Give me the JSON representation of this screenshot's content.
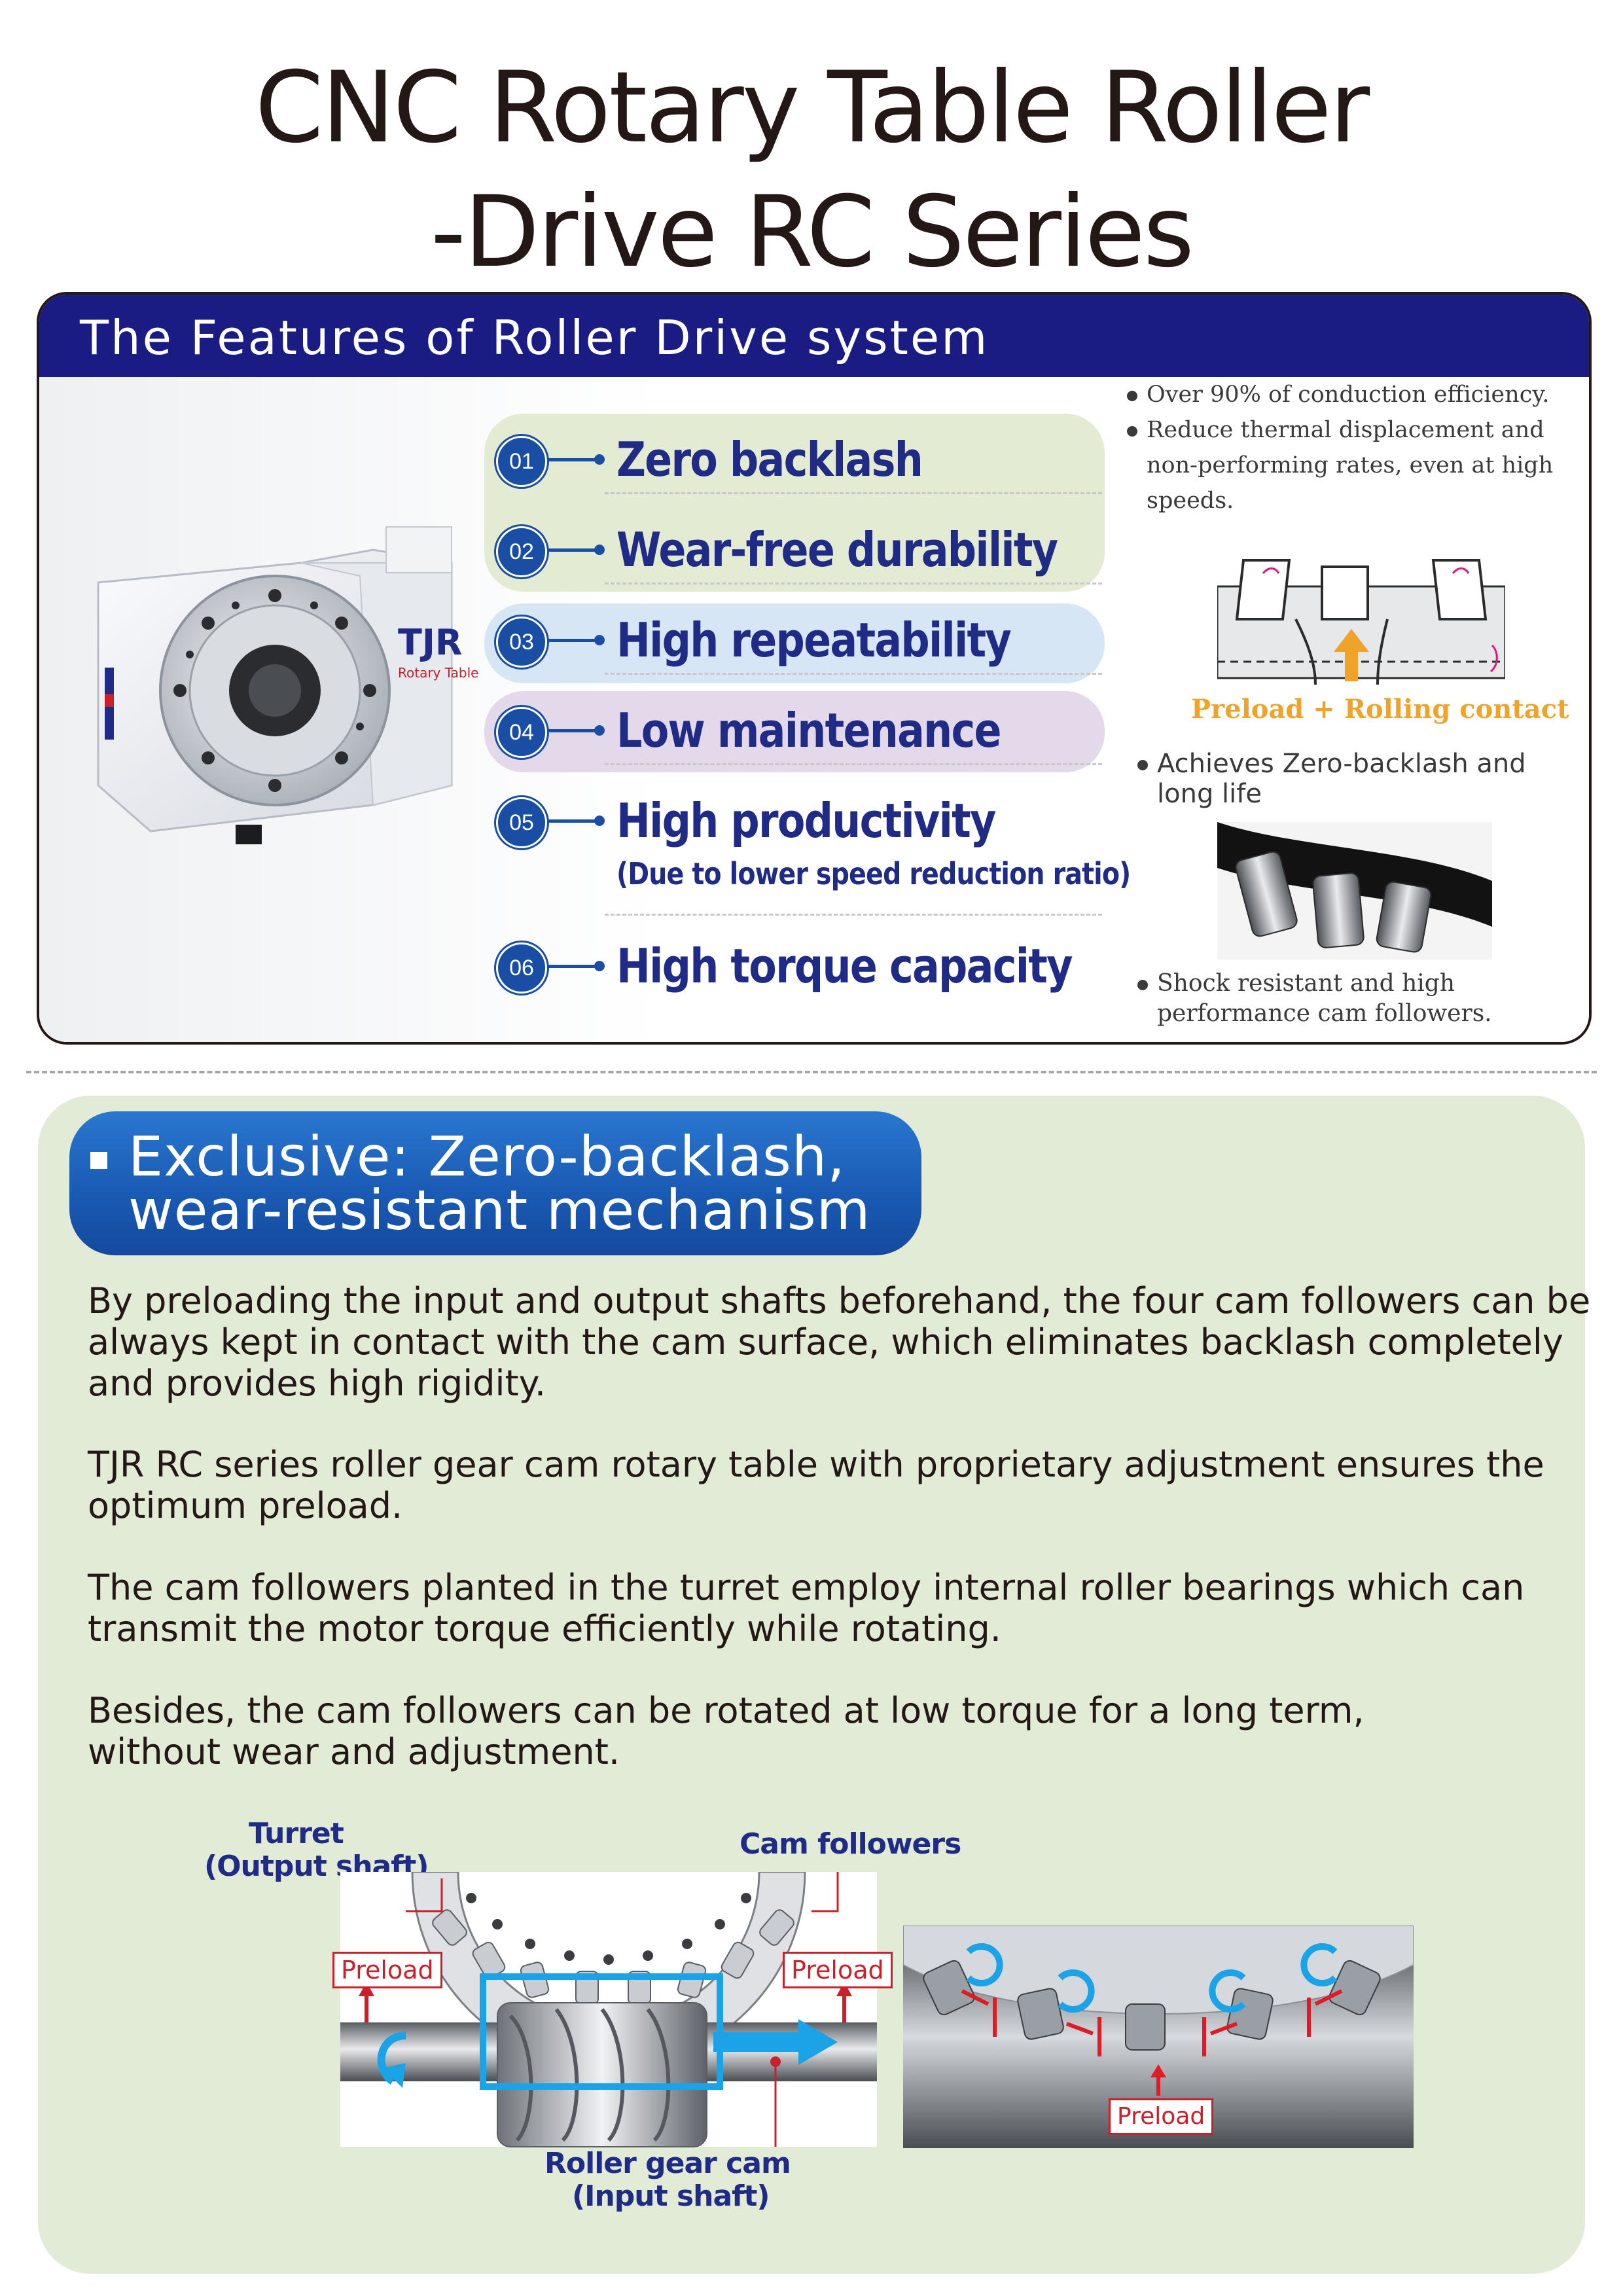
{
  "title": {
    "line1": "CNC Rotary Table Roller",
    "line2": "-Drive RC Series"
  },
  "features": {
    "header": "The Features of Roller Drive system",
    "items": [
      {
        "num": "01",
        "label": "Zero backlash"
      },
      {
        "num": "02",
        "label": "Wear-free durability"
      },
      {
        "num": "03",
        "label": "High repeatability"
      },
      {
        "num": "04",
        "label": "Low maintenance"
      },
      {
        "num": "05",
        "label": "High productivity"
      },
      {
        "num": "06",
        "label": "High torque capacity"
      }
    ],
    "item5_sub": "(Due to lower speed reduction ratio)",
    "brand_logo": "TJR",
    "brand_sub": "Rotary Table",
    "notes": {
      "n1": "Over 90% of conduction efficiency.",
      "n2_l1": "Reduce thermal displacement and",
      "n2_l2": "non-performing rates, even at high",
      "n2_l3": "speeds.",
      "preload_caption": "Preload + Rolling contact",
      "n3_l1": "Achieves Zero-backlash and",
      "n3_l2": "long life",
      "n4_l1": "Shock resistant and high",
      "n4_l2": "performance cam followers."
    }
  },
  "exclusive": {
    "heading_l1": "Exclusive: Zero-backlash,",
    "heading_l2": "wear-resistant mechanism",
    "p1": [
      "By preloading the input and output shafts beforehand, the four cam followers can be",
      "always kept in contact with the cam surface, which eliminates backlash completely",
      "and provides high rigidity."
    ],
    "p2": [
      "TJR RC series roller gear cam rotary table with proprietary adjustment ensures the",
      "optimum preload."
    ],
    "p3": [
      "The cam followers planted in the turret employ internal roller bearings which can",
      "transmit the motor torque efficiently while rotating."
    ],
    "p4": [
      "Besides, the cam followers can be rotated at low torque for a long term,",
      "without wear and adjustment."
    ]
  },
  "diagram": {
    "turret_l1": "Turret",
    "turret_l2": "(Output shaft)",
    "cam_followers": "Cam followers",
    "preload": "Preload",
    "roller_l1": "Roller gear cam",
    "roller_l2": "(Input shaft)"
  },
  "colors": {
    "navy": "#1a1c84",
    "accent_blue": "#1a4ea5",
    "label_blue": "#1f2b85",
    "pill_green": "#e3ebd2",
    "pill_blue": "#d6e6f4",
    "pill_purple": "#e3d9eb",
    "section_bg": "#e1ebd6",
    "preload_red": "#c9202c",
    "caption_orange": "#f0a32b"
  }
}
